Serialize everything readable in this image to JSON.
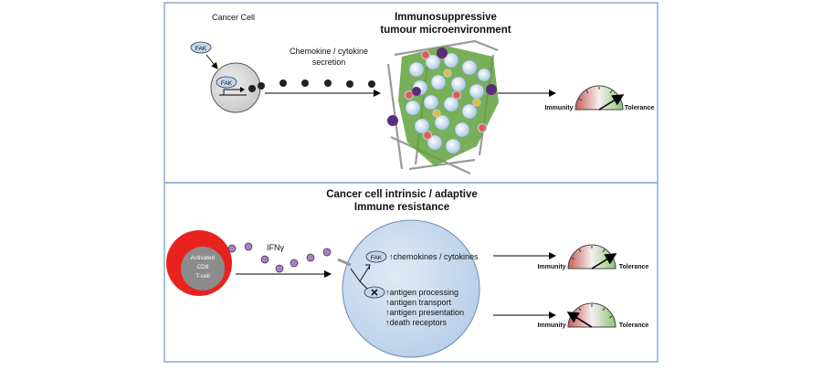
{
  "top_panel": {
    "cancer_cell_label": "Cancer Cell",
    "fak_label_outer": "FAK",
    "fak_label_inner": "FAK",
    "secretion_label_line1": "Chemokine / cytokine",
    "secretion_label_line2": "secretion",
    "tme_title_line1": "Immunosuppressive",
    "tme_title_line2": "tumour microenvironment",
    "gauge": {
      "left_label": "Immunity",
      "right_label": "Tolerance",
      "needle": "tolerance"
    }
  },
  "bottom_panel": {
    "title_line1": "Cancer cell intrinsic / adaptive",
    "title_line2": "Immune resistance",
    "tcell_line1": "Activated",
    "tcell_line2": "CD8",
    "tcell_line3": "T-cell",
    "ifn_label": "IFNγ",
    "fak_label": "FAK",
    "fak_effect": "↑chemokines / cytokines",
    "fak_effects_list": [
      "↑antigen processing",
      "↑antigen transport",
      "↑antigen presentation",
      "↑death receptors"
    ],
    "gauge_upper": {
      "left_label": "Immunity",
      "right_label": "Tolerance",
      "needle": "tolerance"
    },
    "gauge_lower": {
      "left_label": "Immunity",
      "right_label": "Tolerance",
      "needle": "immunity"
    }
  },
  "colors": {
    "frame": "#8eaad4",
    "cell_grey": "#d9d9d9",
    "fak_blue": "#c5d5ea",
    "tcell_red": "#e8231f",
    "tcell_inner": "#8c8c8c",
    "ifn_purple": "#a580c8",
    "big_cell": "#c9dcf0",
    "tme_green": "#5fa23c",
    "gauge_red": "#d37a78",
    "gauge_green": "#9fcf8a"
  }
}
